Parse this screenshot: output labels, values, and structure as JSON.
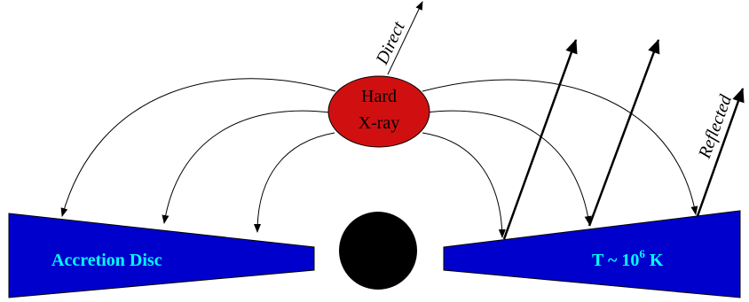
{
  "corona": {
    "line1": "Hard",
    "line2": "X-ray",
    "fill": "#d01010"
  },
  "disc": {
    "left_label": "Accretion Disc",
    "right_label_prefix": "T ~ 10",
    "right_label_exp": "6",
    "right_label_suffix": " K",
    "fill": "#0000cc",
    "label_color": "#00ffff"
  },
  "labels": {
    "direct": "Direct",
    "reflected": "Reflected"
  },
  "black_hole": {
    "fill": "#000000"
  }
}
